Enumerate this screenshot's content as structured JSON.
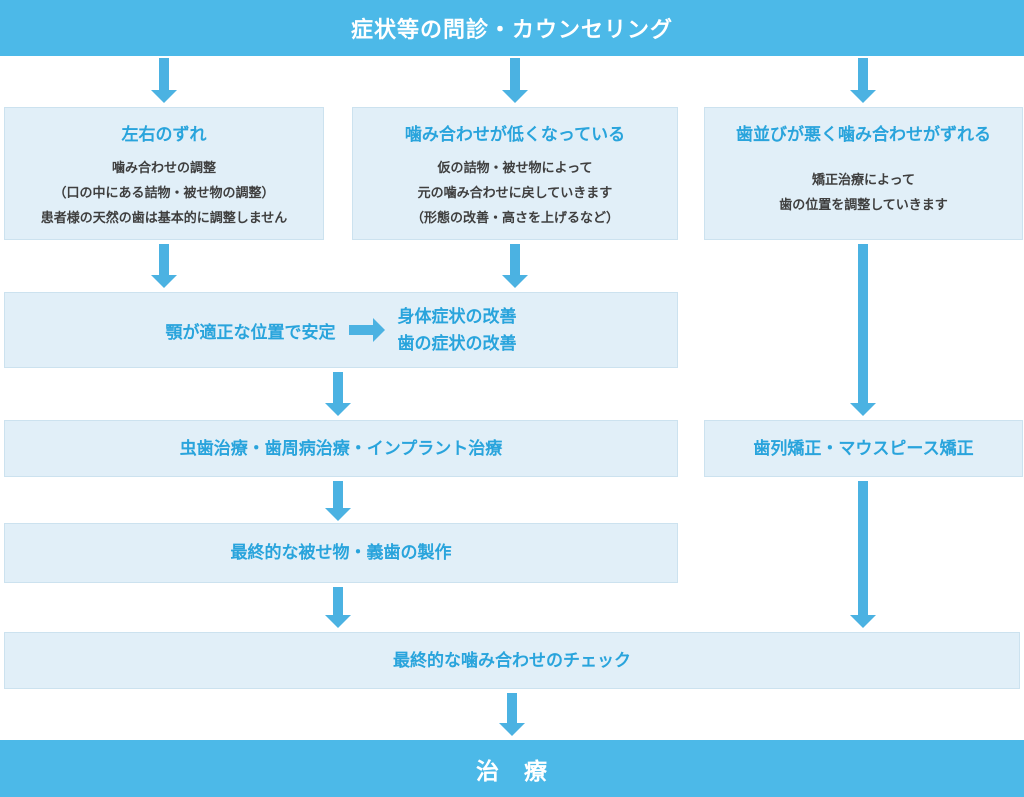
{
  "colors": {
    "banner": "#4CB9E8",
    "arrow": "#4BB2E2",
    "box_bg": "#E1EFF8",
    "box_border": "#CCE2EF",
    "heading_text": "#29A4DC",
    "body_text": "#3F3F3F",
    "banner_text": "#FFFFFF"
  },
  "header": {
    "title": "症状等の問診・カウンセリング"
  },
  "branches": [
    {
      "title": "左右のずれ",
      "lines": [
        "噛み合わせの調整",
        "（口の中にある詰物・被せ物の調整）",
        "患者様の天然の歯は基本的に調整しません"
      ]
    },
    {
      "title": "噛み合わせが低くなっている",
      "lines": [
        "仮の詰物・被せ物によって",
        "元の噛み合わせに戻していきます",
        "（形態の改善・高さを上げるなど）"
      ]
    },
    {
      "title": "歯並びが悪く噛み合わせがずれる",
      "lines": [
        "矯正治療によって",
        "歯の位置を調整していきます"
      ]
    }
  ],
  "stabilize": {
    "label": "顎が適正な位置で安定",
    "result_line1": "身体症状の改善",
    "result_line2": "歯の症状の改善"
  },
  "steps": {
    "implant": "虫歯治療・歯周病治療・インプラント治療",
    "ortho": "歯列矯正・マウスピース矯正",
    "final_prosthesis": "最終的な被せ物・義歯の製作",
    "final_check": "最終的な噛み合わせのチェック"
  },
  "footer": {
    "title": "治　療"
  }
}
